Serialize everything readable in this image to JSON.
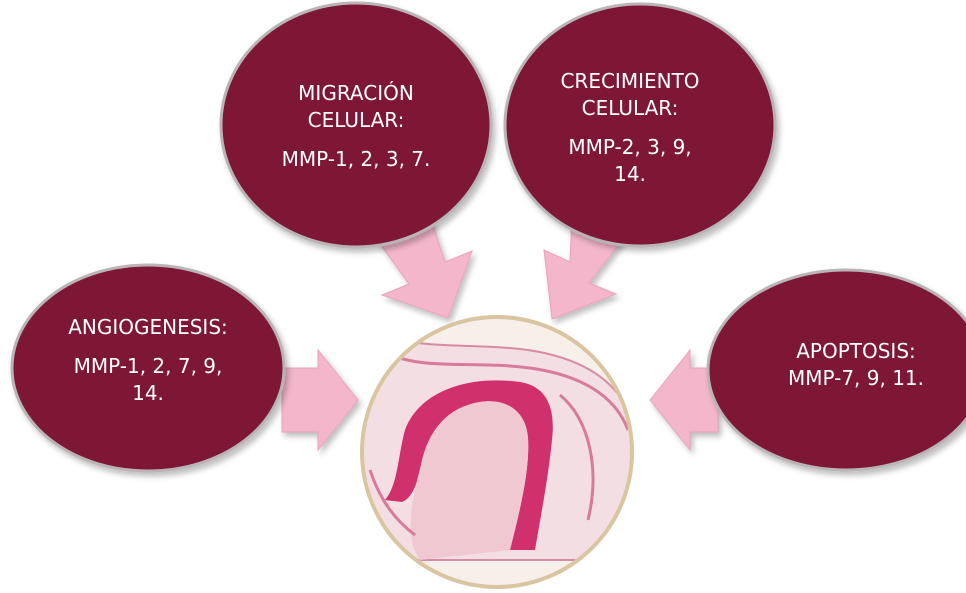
{
  "colors": {
    "node_fill": "#7e1236",
    "node_edge": "#b9b4b6",
    "arrow_fill": "#f4b6cb",
    "center_border": "#d9c6a0",
    "tissue_bg": "#f7efea",
    "tissue_core": "#f0c8d2",
    "tissue_band": "#d0306c"
  },
  "nodes": {
    "migracion": {
      "title_1": "MIGRACIÓN",
      "title_2": "CELULAR:",
      "mmp_1": "MMP-1, 2, 3, 7."
    },
    "crecimiento": {
      "title_1": "CRECIMIENTO",
      "title_2": "CELULAR:",
      "mmp_1": "MMP-2, 3, 9,",
      "mmp_2": "14."
    },
    "angiogenesis": {
      "title_1": "ANGIOGENESIS:",
      "mmp_1": "MMP-1, 2, 7, 9,",
      "mmp_2": "14."
    },
    "apoptosis": {
      "title_1": "APOPTOSIS:",
      "mmp_1": "MMP-7, 9, 11."
    }
  },
  "center": {
    "image": "histology-section-circle"
  }
}
